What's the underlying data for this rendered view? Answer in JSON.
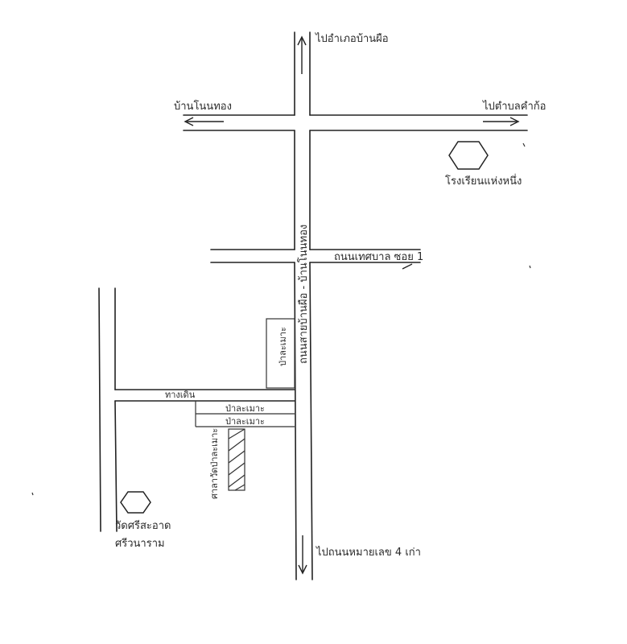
{
  "labels": {
    "north": "ไปอำเภอบ้านผือ",
    "west": "บ้านโนนทอง",
    "east": "ไปตำบลคำก้อ",
    "school_east": "โรงเรียนแห่งหนึ่ง",
    "main_road": "ถนนสายบ้านผือ - บ้านโนนทอง",
    "cross_road": "ถนนเทศบาล ซอย 1",
    "forest_vertical": "ป่าละเมาะ",
    "west_road": "ทางเดิน",
    "forest_strip_1": "ป่าละเมาะ",
    "forest_strip_2": "ป่าละเมาะ",
    "building": "ศาลาวัดป่าละเมาะ",
    "temple_name_1": "วัดศรีสะอาด",
    "temple_name_2": "ศรีวนาราม",
    "south": "ไปถนนหมายเลข 4 เก่า"
  }
}
